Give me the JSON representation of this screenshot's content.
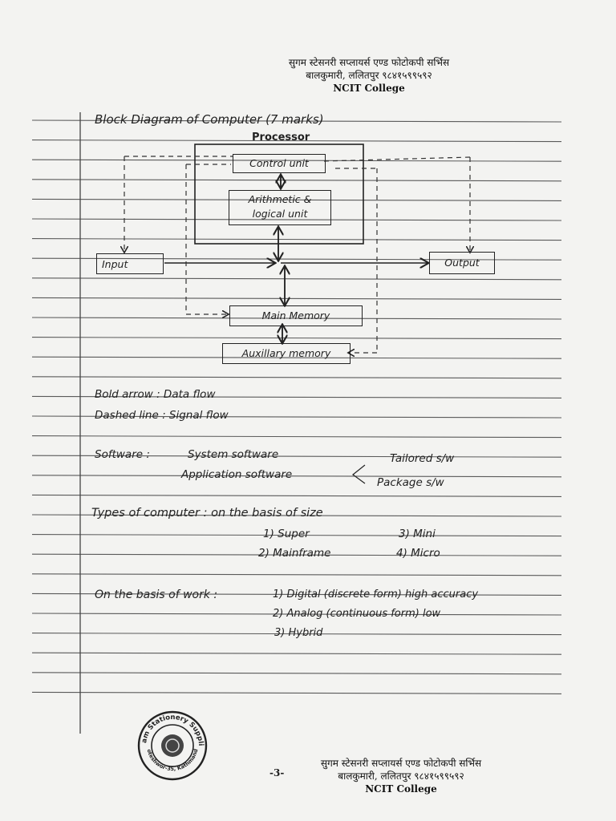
{
  "header": {
    "line1": "सुगम स्टेसनरी सप्लायर्स एण्ड फोटोकपी सर्भिस",
    "line2": "बालकुमारी, ललितपुर ९८४१५९९५९२",
    "college": "NCIT College"
  },
  "notes": {
    "title": "Block Diagram of Computer (7 marks)",
    "processor_label": "Processor",
    "blocks": {
      "control_unit": "Control unit",
      "alu_line1": "Arithmetic &",
      "alu_line2": "logical unit",
      "input": "Input",
      "output": "Output",
      "main_memory": "Main Memory",
      "auxiliary_memory": "Auxillary memory"
    },
    "legend": {
      "bold_arrow": "Bold arrow : Data flow",
      "dashed_line": "Dashed line : Signal flow"
    },
    "software": {
      "label": "Software :",
      "system": "System software",
      "application": "Application software",
      "tailored": "Tailored s/w",
      "package": "Package s/w"
    },
    "types_size": {
      "heading": "Types of computer : on the basis of size",
      "super": "1) Super",
      "mini": "3) Mini",
      "mainframe": "2) Mainframe",
      "micro": "4) Micro"
    },
    "types_work": {
      "heading": "On the basis of work :",
      "digital": "1) Digital (discrete form) high accuracy",
      "analog": "2) Analog (continuous form) low",
      "hybrid": "3) Hybrid"
    }
  },
  "stamp": {
    "text": "Sugam Stationery Suppliers",
    "sub": "Koteshwor-35, Kathmandu"
  },
  "footer": {
    "page_number": "-3-",
    "line1": "सुगम स्टेसनरी सप्लायर्स एण्ड फोटोकपी सर्भिस",
    "line2": "बालकुमारी, ललितपुर ९८४१५९९५९२",
    "college": "NCIT College"
  },
  "colors": {
    "paper": "#f3f3f1",
    "ink": "#222222",
    "rule": "#555555"
  }
}
